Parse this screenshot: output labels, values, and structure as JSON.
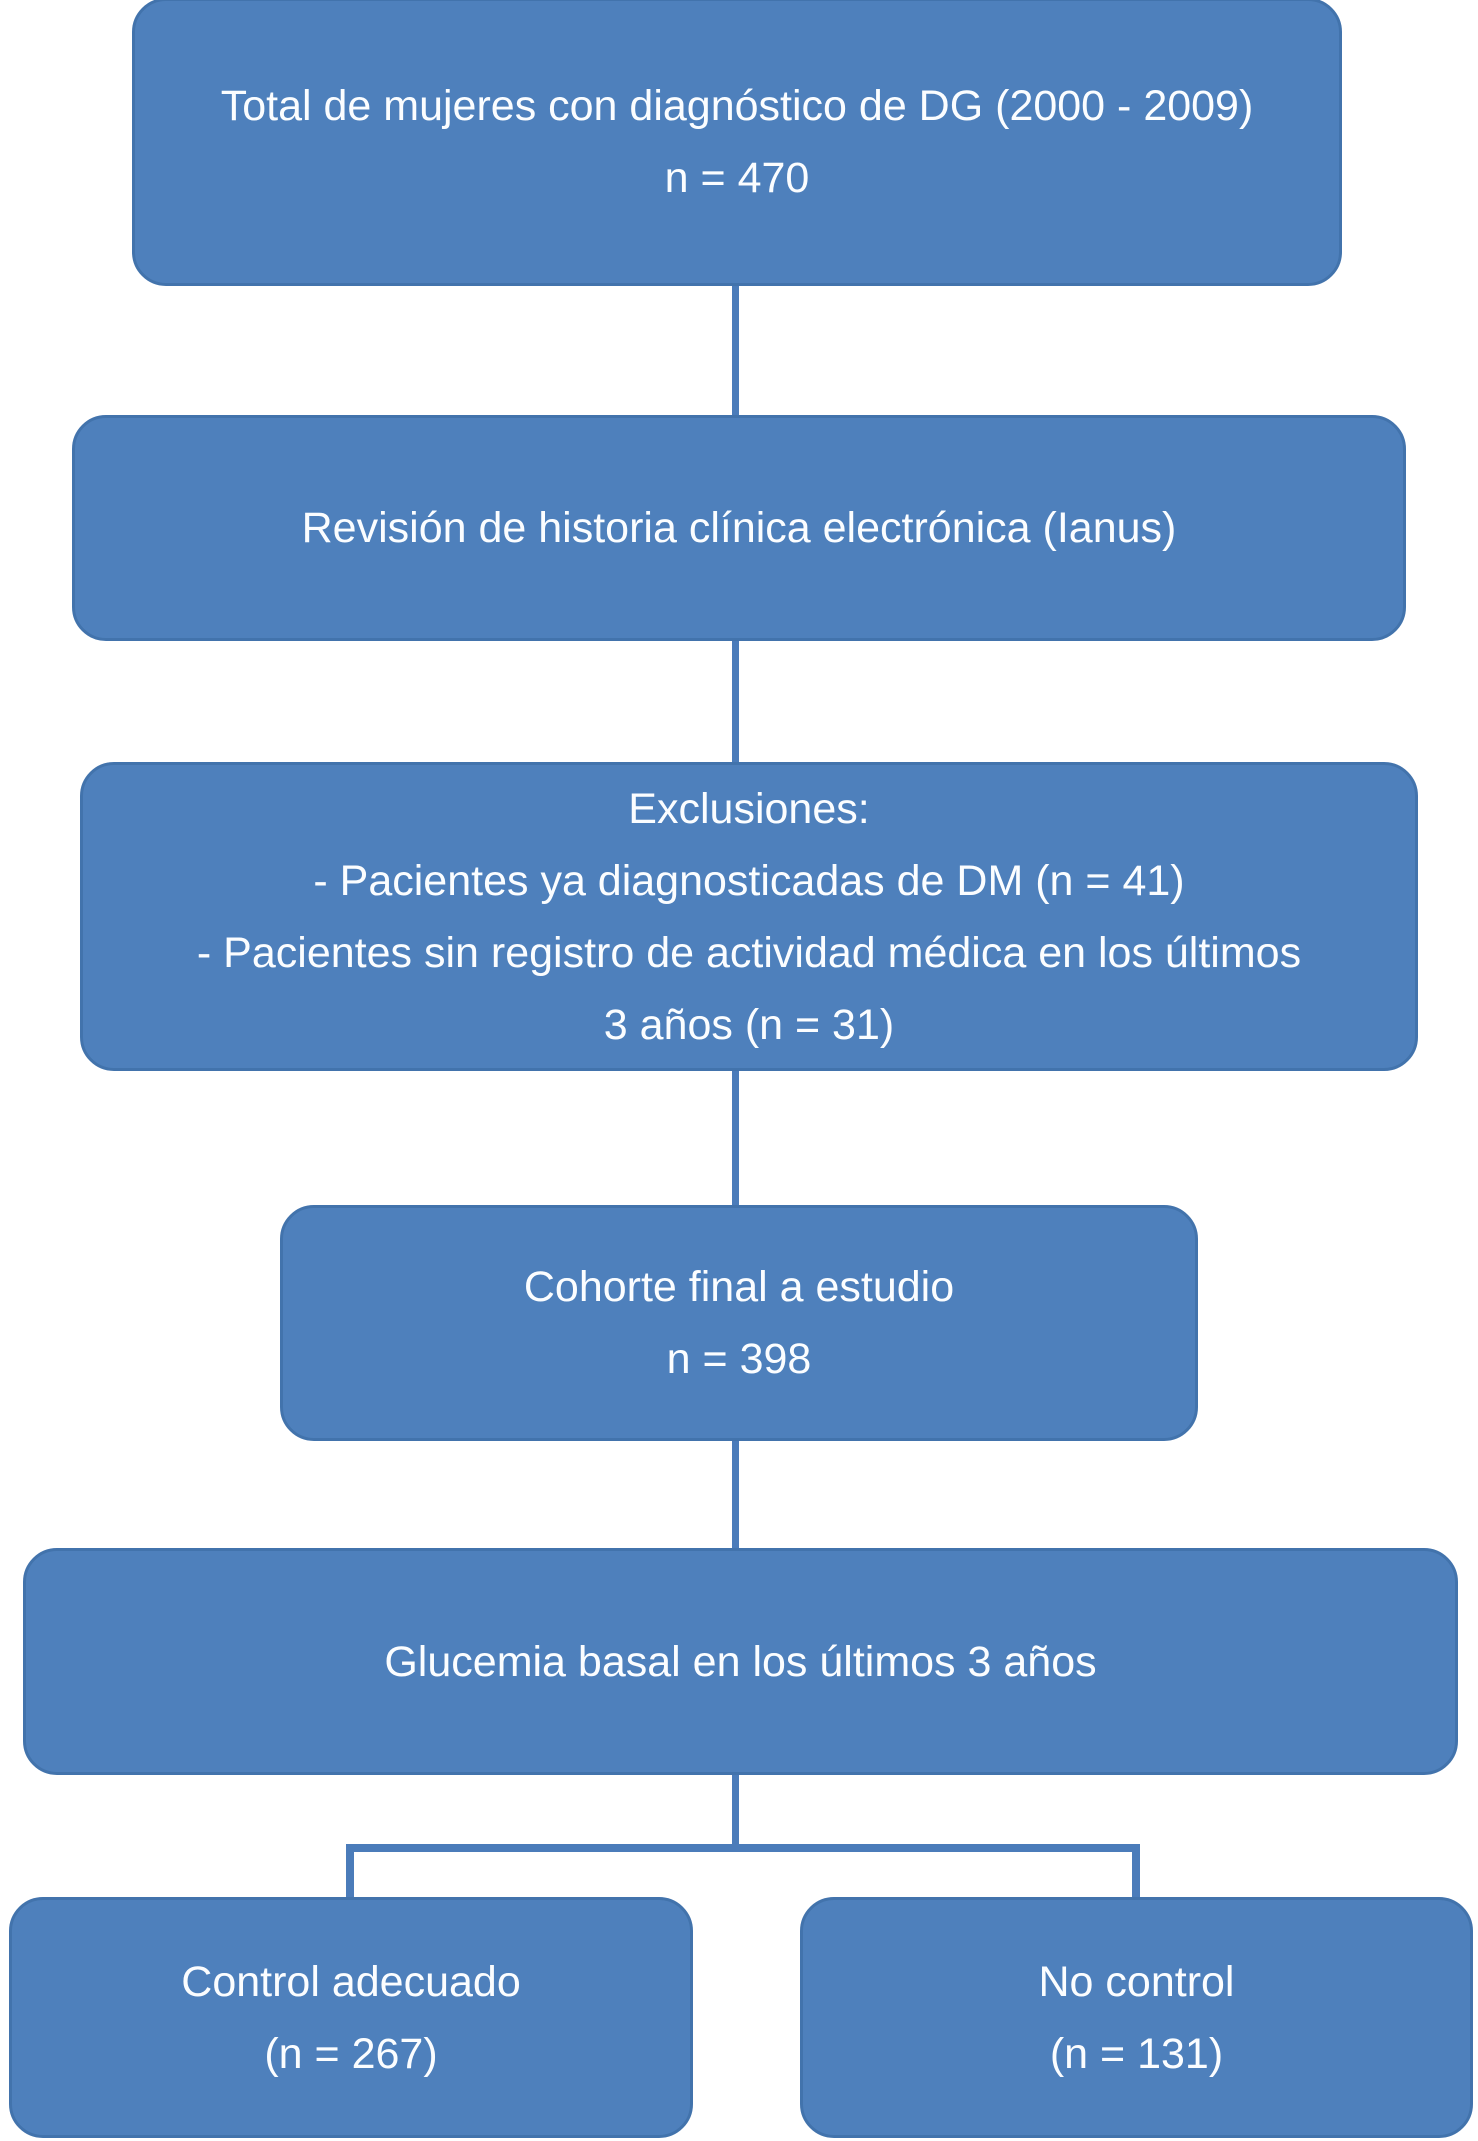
{
  "diagram": {
    "type": "flowchart",
    "background": "#ffffff",
    "colors": {
      "node_fill": "#4e80bc",
      "node_border": "#4273ac",
      "connector": "#4b7cba",
      "text": "#fbfdff"
    },
    "nodes": [
      {
        "id": "total",
        "lines": [
          "Total de mujeres con diagnóstico de DG (2000 - 2009)",
          "n = 470"
        ]
      },
      {
        "id": "revision",
        "lines": [
          "Revisión de historia clínica electrónica (Ianus)"
        ]
      },
      {
        "id": "exclusiones",
        "lines": [
          "Exclusiones:",
          "- Pacientes ya diagnosticadas de DM (n = 41)",
          "- Pacientes sin registro de actividad médica en los últimos",
          "3 años (n = 31)"
        ]
      },
      {
        "id": "cohorte",
        "lines": [
          "Cohorte final a estudio",
          "n = 398"
        ]
      },
      {
        "id": "glucemia",
        "lines": [
          "Glucemia basal en los últimos 3 años"
        ]
      },
      {
        "id": "control_adecuado",
        "lines": [
          "Control adecuado",
          "(n = 267)"
        ]
      },
      {
        "id": "no_control",
        "lines": [
          "No control",
          "(n = 131)"
        ]
      }
    ],
    "edges": [
      {
        "from": "total",
        "to": "revision"
      },
      {
        "from": "revision",
        "to": "exclusiones"
      },
      {
        "from": "exclusiones",
        "to": "cohorte"
      },
      {
        "from": "cohorte",
        "to": "glucemia"
      },
      {
        "from": "glucemia",
        "to": "control_adecuado"
      },
      {
        "from": "glucemia",
        "to": "no_control"
      }
    ]
  }
}
